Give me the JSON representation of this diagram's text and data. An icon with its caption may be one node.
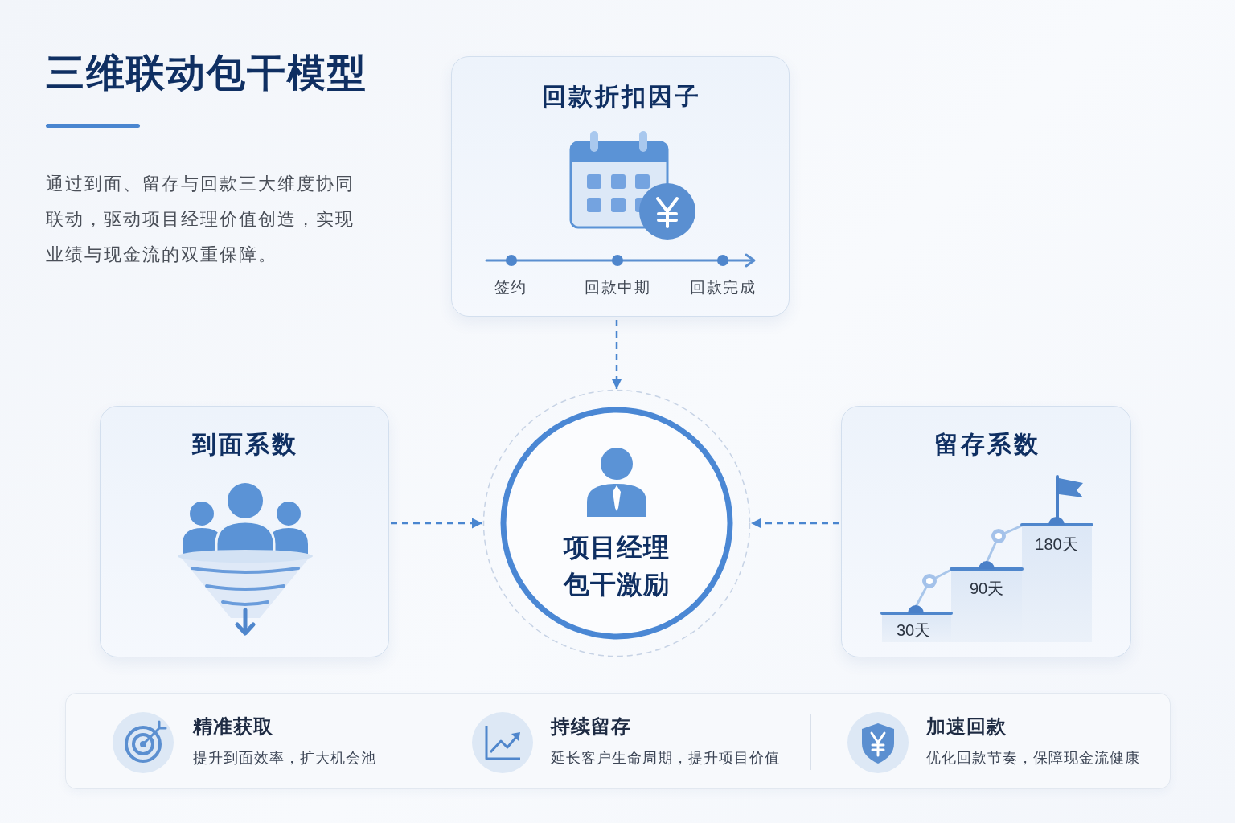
{
  "diagram": {
    "title": "三维联动包干模型",
    "nodes": [
      {
        "text": [
          "回款折扣因子",
          "签约",
          "回款中期",
          "回款完成"
        ]
      },
      {
        "text": [
          "到面系数"
        ]
      },
      {
        "text": [
          "项目经理包干激励"
        ]
      },
      {
        "text": [
          "留存系数",
          "30天",
          "90天",
          "180天"
        ]
      },
      {
        "text": [
          "精准获取",
          "提升到面效率，扩大机会池",
          "持续留存",
          "延长客户生命周期，提升项目价值",
          "加速回款",
          "优化回款节奏，保障现金流健康"
        ]
      }
    ],
    "edges": [
      {
        "from": 0,
        "to": 2,
        "arrow": "to",
        "style": "dashed"
      },
      {
        "from": 1,
        "to": 2,
        "arrow": "to",
        "style": "dashed"
      },
      {
        "from": 3,
        "to": 2,
        "arrow": "to",
        "style": "dashed"
      }
    ],
    "labels": [
      "通过到面、留存与回款三大维度协同联动，驱动项目经理价值创造，实现业绩与现金流的双重保障。"
    ]
  }
}
